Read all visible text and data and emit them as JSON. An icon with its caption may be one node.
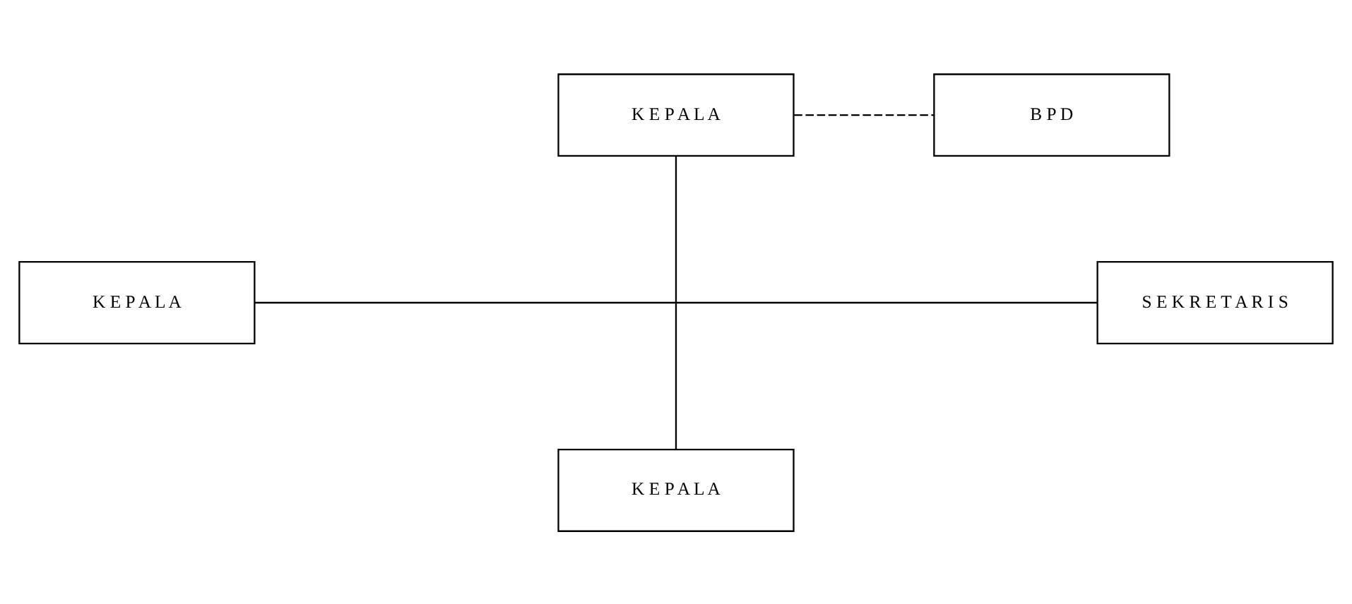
{
  "diagram": {
    "nodes": [
      {
        "text": [
          "K E P A L A"
        ]
      },
      {
        "text": [
          "B P D"
        ]
      },
      {
        "text": [
          "K E P A L A"
        ]
      },
      {
        "text": [
          "S E K R E T A R I S"
        ]
      },
      {
        "text": [
          "K E P A L A"
        ]
      }
    ],
    "edges": [
      {
        "from": 0,
        "to": 1,
        "arrow": "none",
        "style": "dashed"
      },
      {
        "from": 0,
        "to": 4,
        "arrow": "none"
      },
      {
        "from": 2,
        "to": 3,
        "arrow": "none"
      }
    ]
  }
}
